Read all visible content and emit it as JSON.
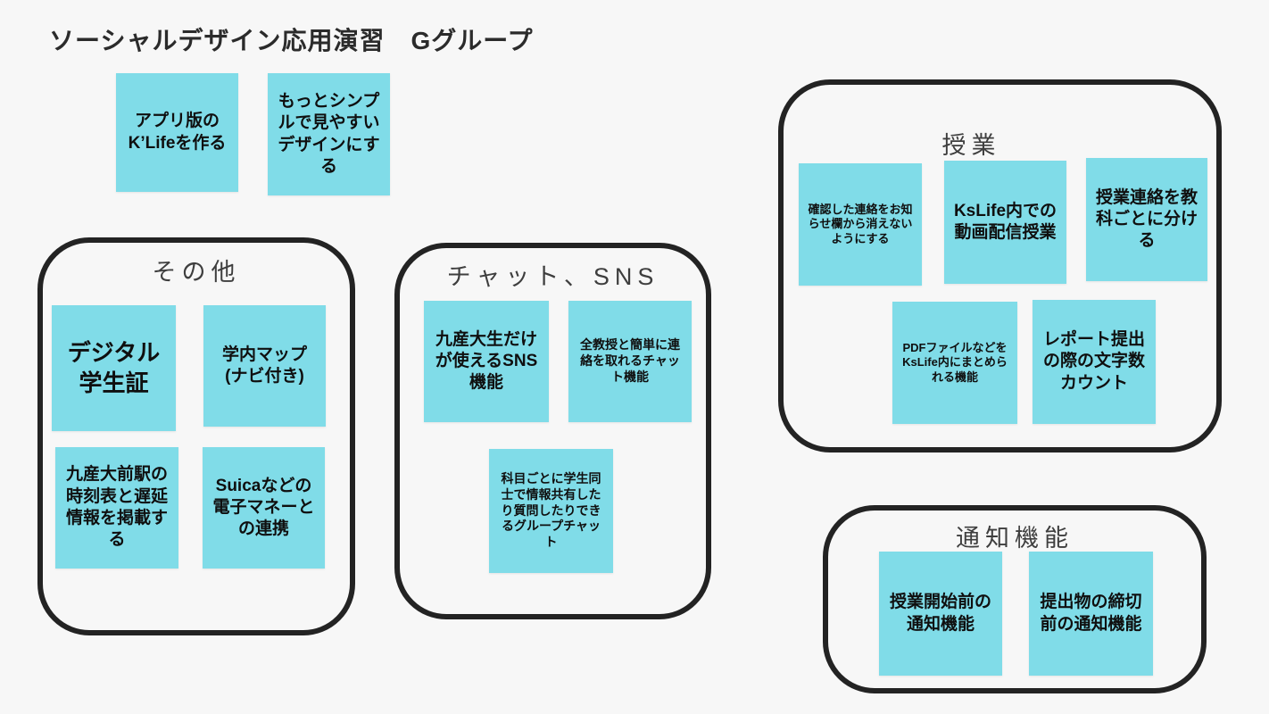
{
  "title": "ソーシャルデザイン応用演習　Gグループ",
  "colors": {
    "sticky_fill": "#80DCE8",
    "stage_bg": "#F7F7F7",
    "frame_border": "#232323",
    "label_color": "#3E3E3E",
    "title_color": "#2B2B2B",
    "note_text": "#0F0F0F"
  },
  "free_notes": [
    {
      "text": "アプリ版のK’Lifeを作る"
    },
    {
      "text": "もっとシンプルで見やすいデザインにする"
    }
  ],
  "groups": [
    {
      "label": "その他",
      "notes": [
        {
          "text": "デジタル学生証"
        },
        {
          "text": "学内マップ(ナビ付き)"
        },
        {
          "text": "九産大前駅の時刻表と遅延情報を掲載する"
        },
        {
          "text": "Suicaなどの電子マネーとの連携"
        }
      ]
    },
    {
      "label": "チャット、SNS",
      "notes": [
        {
          "text": "九産大生だけが使えるSNS機能"
        },
        {
          "text": "全教授と簡単に連絡を取れるチャット機能"
        },
        {
          "text": "科目ごとに学生同士で情報共有したり質問したりできるグループチャット"
        }
      ]
    },
    {
      "label": "授業",
      "notes": [
        {
          "text": "確認した連絡をお知らせ欄から消えないようにする"
        },
        {
          "text": "KsLife内での動画配信授業"
        },
        {
          "text": "授業連絡を教科ごとに分ける"
        },
        {
          "text": "PDFファイルなどをKsLife内にまとめられる機能"
        },
        {
          "text": "レポート提出の際の文字数カウント"
        }
      ]
    },
    {
      "label": "通知機能",
      "notes": [
        {
          "text": "授業開始前の通知機能"
        },
        {
          "text": "提出物の締切前の通知機能"
        }
      ]
    }
  ]
}
